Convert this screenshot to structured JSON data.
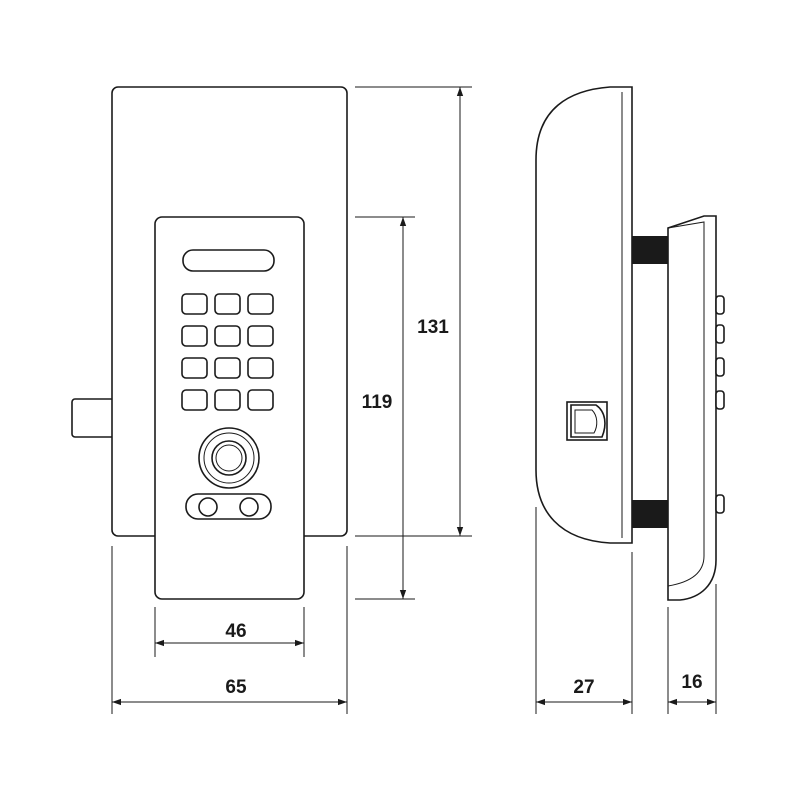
{
  "dimensions": {
    "height_total": "131",
    "height_keypad": "119",
    "width_keypad": "46",
    "width_total": "65",
    "depth_body": "27",
    "depth_keypad": "16"
  },
  "colors": {
    "stroke": "#1a1a1a",
    "background": "#ffffff",
    "fill_dark": "#1a1a1a"
  },
  "keypad": {
    "rows": 4,
    "cols": 3
  }
}
